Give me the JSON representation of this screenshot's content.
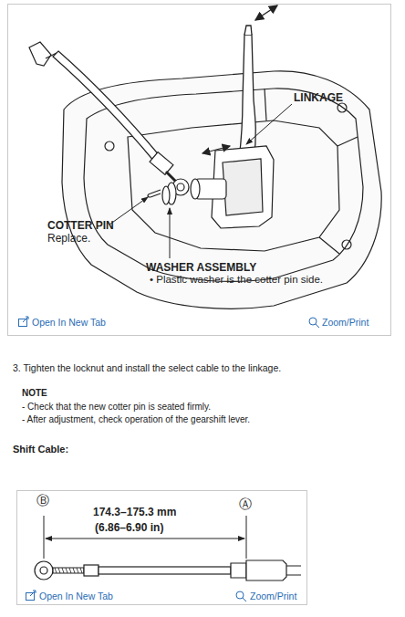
{
  "diagram": {
    "labels": [
      "LINKAGE",
      "COTTER PIN",
      "Replace.",
      "WASHER ASSEMBLY",
      "• Plastic washer is the cotter pin side.",
      "Open In New Tab",
      "Zoom/Print",
      "3. Tighten the locknut and install the select cable to the linkage.",
      "NOTE",
      "- Check that the new cotter pin is seated firmly.",
      "- After adjustment, check operation of the gearshift lever.",
      "Shift Cable:",
      "Ⓑ",
      "174.3–175.3 mm",
      "(6.86–6.90 in)",
      "Ⓐ",
      "Open In New Tab",
      "Zoom/Print"
    ]
  }
}
